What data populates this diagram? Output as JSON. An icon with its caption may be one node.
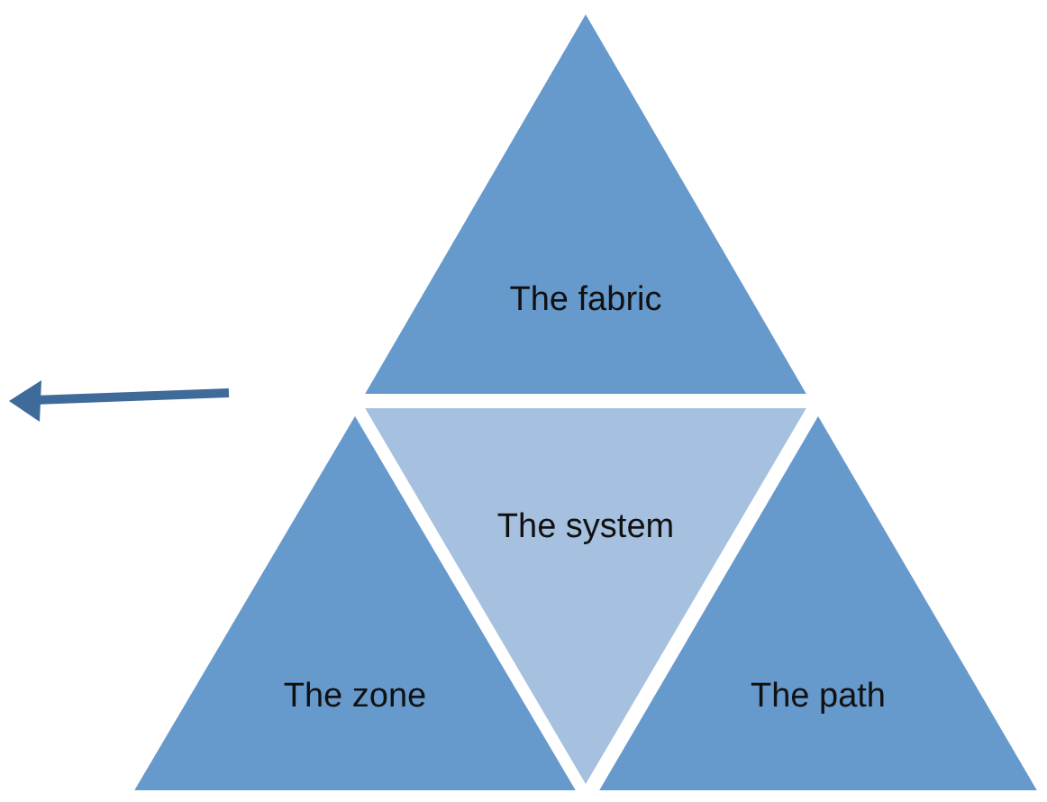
{
  "diagram": {
    "nodes": [
      {
        "text": [
          "The fabric"
        ]
      },
      {
        "text": [
          "The system"
        ]
      },
      {
        "text": [
          "The zone"
        ]
      },
      {
        "text": [
          "The path"
        ]
      }
    ]
  }
}
